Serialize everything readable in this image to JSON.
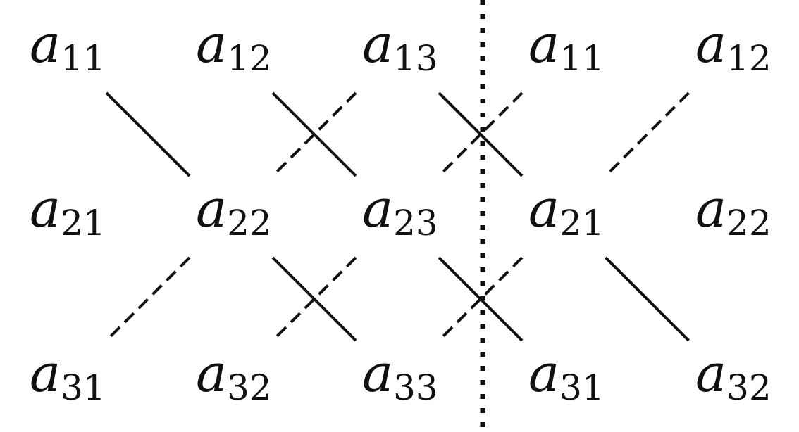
{
  "matrix": {
    "rows": [
      [
        {
          "base": "a",
          "sub": "11"
        },
        {
          "base": "a",
          "sub": "12"
        },
        {
          "base": "a",
          "sub": "13"
        },
        {
          "base": "a",
          "sub": "11"
        },
        {
          "base": "a",
          "sub": "12"
        }
      ],
      [
        {
          "base": "a",
          "sub": "21"
        },
        {
          "base": "a",
          "sub": "22"
        },
        {
          "base": "a",
          "sub": "23"
        },
        {
          "base": "a",
          "sub": "21"
        },
        {
          "base": "a",
          "sub": "22"
        }
      ],
      [
        {
          "base": "a",
          "sub": "31"
        },
        {
          "base": "a",
          "sub": "32"
        },
        {
          "base": "a",
          "sub": "33"
        },
        {
          "base": "a",
          "sub": "31"
        },
        {
          "base": "a",
          "sub": "32"
        }
      ]
    ]
  },
  "diagonals": {
    "solid": [
      {
        "from": [
          0,
          0
        ],
        "to": [
          1,
          1
        ]
      },
      {
        "from": [
          0,
          1
        ],
        "to": [
          1,
          2
        ]
      },
      {
        "from": [
          0,
          2
        ],
        "to": [
          1,
          3
        ]
      },
      {
        "from": [
          1,
          1
        ],
        "to": [
          2,
          2
        ]
      },
      {
        "from": [
          1,
          2
        ],
        "to": [
          2,
          3
        ]
      },
      {
        "from": [
          1,
          3
        ],
        "to": [
          2,
          4
        ]
      }
    ],
    "dashed": [
      {
        "from": [
          0,
          2
        ],
        "to": [
          1,
          1
        ]
      },
      {
        "from": [
          0,
          3
        ],
        "to": [
          1,
          2
        ]
      },
      {
        "from": [
          0,
          4
        ],
        "to": [
          1,
          3
        ]
      },
      {
        "from": [
          1,
          1
        ],
        "to": [
          2,
          0
        ]
      },
      {
        "from": [
          1,
          2
        ],
        "to": [
          2,
          1
        ]
      },
      {
        "from": [
          1,
          3
        ],
        "to": [
          2,
          2
        ]
      }
    ]
  },
  "divider": {
    "after_column": 2,
    "style": "dotted"
  },
  "colors": {
    "ink": "#111111",
    "background": "#ffffff"
  }
}
